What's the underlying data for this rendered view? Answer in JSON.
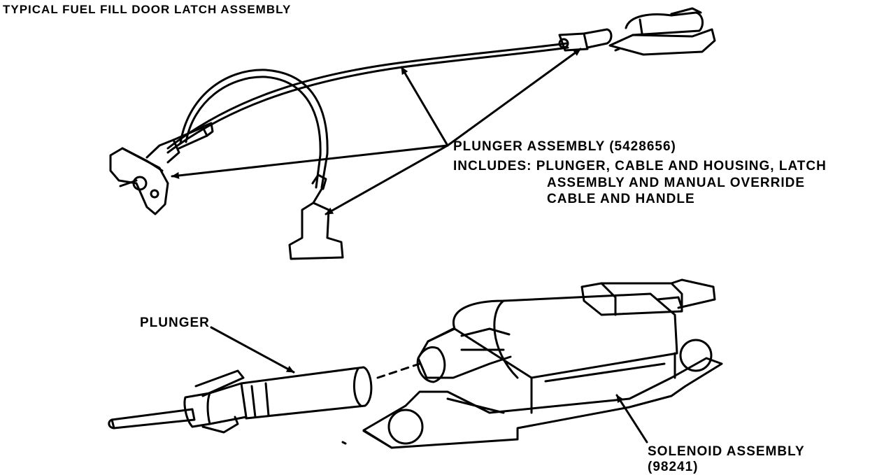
{
  "title": "TYPICAL FUEL FILL DOOR LATCH ASSEMBLY",
  "labels": {
    "plunger_assembly": "PLUNGER ASSEMBLY (5428656)",
    "includes_line1": "INCLUDES: PLUNGER, CABLE AND HOUSING, LATCH",
    "includes_line2": "ASSEMBLY AND MANUAL OVERRIDE",
    "includes_line3": "CABLE AND HANDLE",
    "plunger": "PLUNGER",
    "solenoid_line1": "SOLENOID ASSEMBLY",
    "solenoid_line2": "(98241)"
  },
  "colors": {
    "ink": "#000000",
    "paper": "#ffffff"
  }
}
